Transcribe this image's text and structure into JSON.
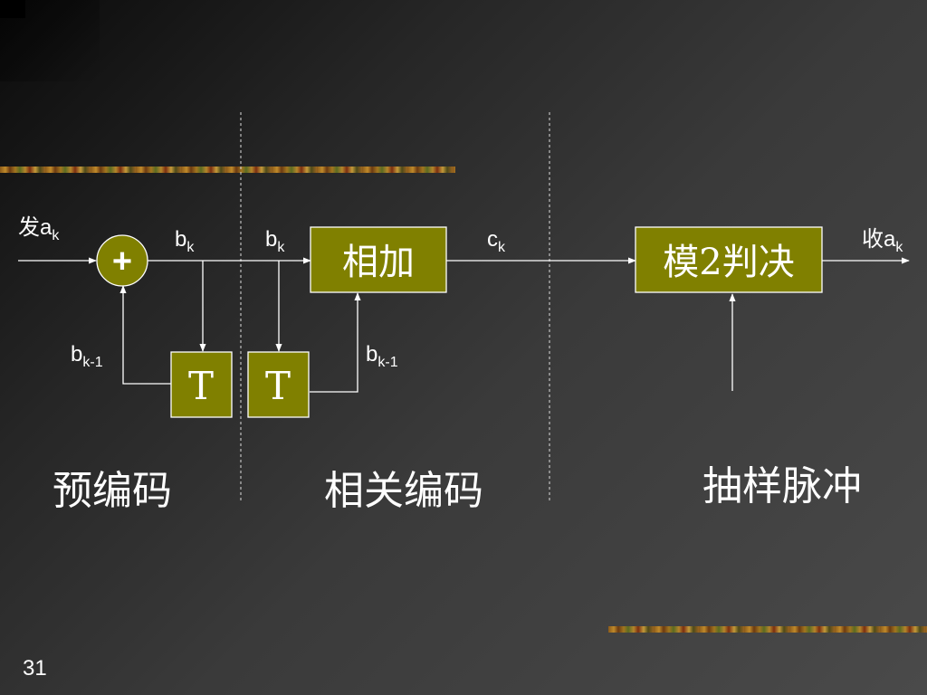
{
  "diagram": {
    "input_label": {
      "prefix": "发",
      "main": "a",
      "sub": "k"
    },
    "output_label": {
      "prefix": "收",
      "main": "a",
      "sub": "k"
    },
    "adder_symbol": "+",
    "delay_1": "T",
    "delay_2": "T",
    "sum_block": "相加",
    "decision_block": "模2判决",
    "signal_bk_1": {
      "main": "b",
      "sub": "k"
    },
    "signal_bk_2": {
      "main": "b",
      "sub": "k"
    },
    "signal_ck": {
      "main": "c",
      "sub": "k"
    },
    "signal_bk1_1": {
      "main": "b",
      "sub": "k-1"
    },
    "signal_bk1_2": {
      "main": "b",
      "sub": "k-1"
    },
    "section_precoding": "预编码",
    "section_correlative": "相关编码",
    "section_sampling": "抽样脉冲"
  },
  "colors": {
    "block_fill": "#808000",
    "line": "#ffffff"
  },
  "page_number": "31"
}
